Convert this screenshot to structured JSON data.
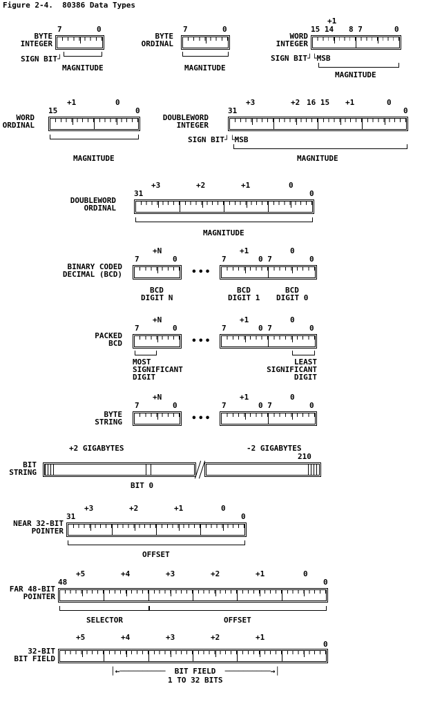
{
  "title": "Figure 2-4.  80386 Data Types",
  "byte_integer": {
    "n1": "BYTE",
    "n2": "INTEGER",
    "hi": "7",
    "lo": "0",
    "sign": "SIGN BIT┘",
    "mag": "MAGNITUDE"
  },
  "byte_ordinal": {
    "n1": "BYTE",
    "n2": "ORDINAL",
    "hi": "7",
    "lo": "0",
    "mag": "MAGNITUDE"
  },
  "word_integer": {
    "n1": "WORD",
    "n2": "INTEGER",
    "o1": "+1",
    "hi": "15 14",
    "mid": "8 7",
    "lo": "0",
    "sign": "SIGN BIT┘",
    "msb": "└MSB",
    "mag": "MAGNITUDE"
  },
  "word_ordinal": {
    "n1": "WORD",
    "n2": "ORDINAL",
    "o1": "+1",
    "o0": "0",
    "hi": "15",
    "lo": "0",
    "mag": "MAGNITUDE"
  },
  "dword_integer": {
    "n1": "DOUBLEWORD",
    "n2": "INTEGER",
    "o3": "+3",
    "o2": "+2",
    "mid": "16 15",
    "o1": "+1",
    "o0": "0",
    "hi": "31",
    "lo": "0",
    "sign": "SIGN BIT┘",
    "msb": "└MSB",
    "mag": "MAGNITUDE"
  },
  "dword_ordinal": {
    "n1": "DOUBLEWORD",
    "n2": "ORDINAL",
    "o3": "+3",
    "o2": "+2",
    "o1": "+1",
    "o0": "0",
    "hi": "31",
    "lo": "0",
    "mag": "MAGNITUDE"
  },
  "bcd": {
    "n1": "BINARY CODED",
    "n2": "DECIMAL (BCD)",
    "on": "+N",
    "o1": "+1",
    "o0": "0",
    "lhi": "7",
    "llo": "0",
    "rhi": "7",
    "rmid": "0 7",
    "rlo": "0",
    "dots": "•••",
    "dn1": "BCD",
    "dn2": "DIGIT N",
    "d11": "BCD",
    "d12": "DIGIT 1",
    "d01": "BCD",
    "d02": "DIGIT 0"
  },
  "packed_bcd": {
    "n1": "PACKED",
    "n2": "BCD",
    "on": "+N",
    "o1": "+1",
    "o0": "0",
    "lhi": "7",
    "llo": "0",
    "rhi": "7",
    "rmid": "0 7",
    "rlo": "0",
    "dots": "•••",
    "m1": "MOST",
    "m2": "SIGNIFICANT",
    "m3": "DIGIT",
    "l1": "LEAST",
    "l2": "SIGNIFICANT",
    "l3": "DIGIT"
  },
  "byte_string": {
    "n1": "BYTE",
    "n2": "STRING",
    "on": "+N",
    "o1": "+1",
    "o0": "0",
    "lhi": "7",
    "llo": "0",
    "rhi": "7",
    "rmid": "0 7",
    "rlo": "0",
    "dots": "•••"
  },
  "bit_string": {
    "n1": "BIT",
    "n2": "STRING",
    "pos": "+2 GIGABYTES",
    "neg": "-2 GIGABYTES",
    "bits": "210",
    "bit0": "BIT 0"
  },
  "near_pointer": {
    "n1": "NEAR 32-BIT",
    "n2": "POINTER",
    "o3": "+3",
    "o2": "+2",
    "o1": "+1",
    "o0": "0",
    "hi": "31",
    "lo": "0",
    "off": "OFFSET"
  },
  "far_pointer": {
    "n1": "FAR 48-BIT",
    "n2": "POINTER",
    "o5": "+5",
    "o4": "+4",
    "o3": "+3",
    "o2": "+2",
    "o1": "+1",
    "o0": "0",
    "hi": "48",
    "lo": "0",
    "sel": "SELECTOR",
    "off": "OFFSET"
  },
  "bit_field": {
    "n1": "32-BIT",
    "n2": "BIT FIELD",
    "o5": "+5",
    "o4": "+4",
    "o3": "+3",
    "o2": "+2",
    "o1": "+1",
    "lo": "0",
    "arrow": "│←──────────  BIT FIELD  ──────────→│",
    "range": "1 TO 32 BITS"
  }
}
